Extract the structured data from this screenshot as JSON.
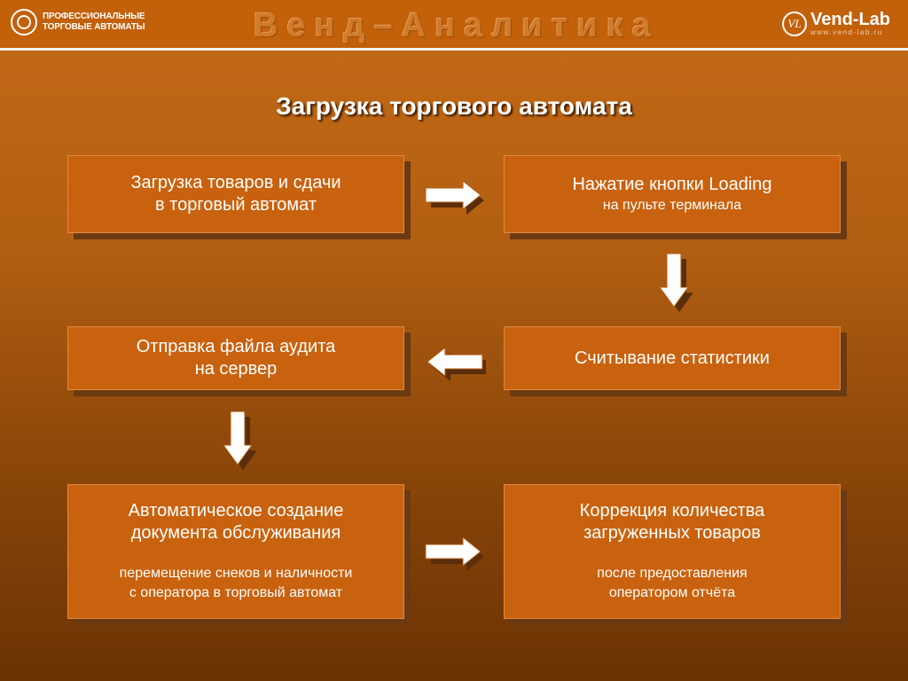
{
  "header": {
    "logo_left_line1": "ПРОФЕССИОНАЛЬНЫЕ",
    "logo_left_line2": "ТОРГОВЫЕ АВТОМАТЫ",
    "brand_title": "Венд–Аналитика",
    "logo_right_mark": "VL",
    "logo_right_name": "Vend-Lab",
    "logo_right_site": "www.vend-lab.ru"
  },
  "slide": {
    "title": "Загрузка торгового автомата"
  },
  "steps": {
    "load_goods": {
      "main": "Загрузка товаров и сдачи\nв торговый автомат"
    },
    "press_loading": {
      "main": "Нажатие кнопки Loading",
      "sub": "на пульте терминала"
    },
    "read_stats": {
      "main": "Считывание статистики"
    },
    "send_audit": {
      "main": "Отправка файла аудита\nна сервер"
    },
    "auto_doc": {
      "main": "Автоматическое создание\nдокумента обслуживания",
      "sub": "перемещение снеков и наличности\nс оператора в торговый автомат"
    },
    "correction": {
      "main": "Коррекция количества\nзагруженных товаров",
      "sub": "после предоставления\nоператором отчёта"
    }
  },
  "colors": {
    "box_fill": "#c9620e",
    "box_shadow": "#6b3a12",
    "header": "#c3600a"
  }
}
